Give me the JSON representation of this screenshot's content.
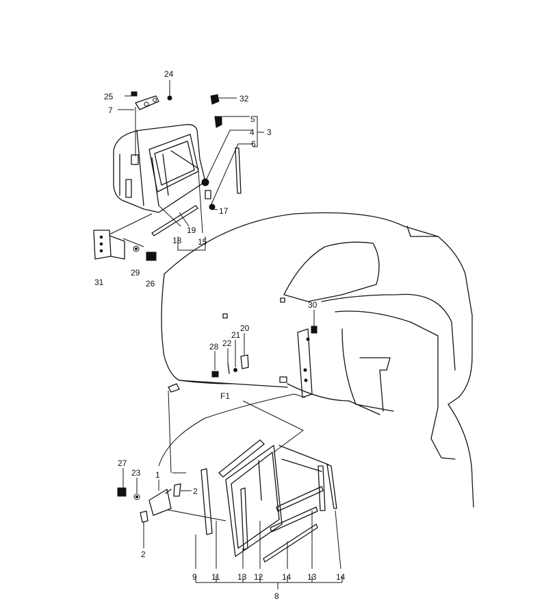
{
  "callouts": [
    {
      "id": "c1",
      "text": "1"
    },
    {
      "id": "c2a",
      "text": "2"
    },
    {
      "id": "c2b",
      "text": "2"
    },
    {
      "id": "c3",
      "text": "3"
    },
    {
      "id": "c4",
      "text": "4"
    },
    {
      "id": "c5",
      "text": "5"
    },
    {
      "id": "c6",
      "text": "6"
    },
    {
      "id": "c7",
      "text": "7"
    },
    {
      "id": "c8",
      "text": "8"
    },
    {
      "id": "c9",
      "text": "9"
    },
    {
      "id": "c11",
      "text": "11"
    },
    {
      "id": "c12",
      "text": "12"
    },
    {
      "id": "c13a",
      "text": "13"
    },
    {
      "id": "c13b",
      "text": "13"
    },
    {
      "id": "c14a",
      "text": "14"
    },
    {
      "id": "c14b",
      "text": "14"
    },
    {
      "id": "c15",
      "text": "15"
    },
    {
      "id": "c17",
      "text": "17"
    },
    {
      "id": "c18",
      "text": "18"
    },
    {
      "id": "c19",
      "text": "19"
    },
    {
      "id": "c20",
      "text": "20"
    },
    {
      "id": "c21",
      "text": "21"
    },
    {
      "id": "c22",
      "text": "22"
    },
    {
      "id": "c23",
      "text": "23"
    },
    {
      "id": "c24",
      "text": "24"
    },
    {
      "id": "c25",
      "text": "25"
    },
    {
      "id": "c26",
      "text": "26"
    },
    {
      "id": "c27",
      "text": "27"
    },
    {
      "id": "c28",
      "text": "28"
    },
    {
      "id": "c29",
      "text": "29"
    },
    {
      "id": "c30",
      "text": "30"
    },
    {
      "id": "c31",
      "text": "31"
    },
    {
      "id": "c32",
      "text": "32"
    }
  ],
  "markers": {
    "f1": "F1"
  }
}
